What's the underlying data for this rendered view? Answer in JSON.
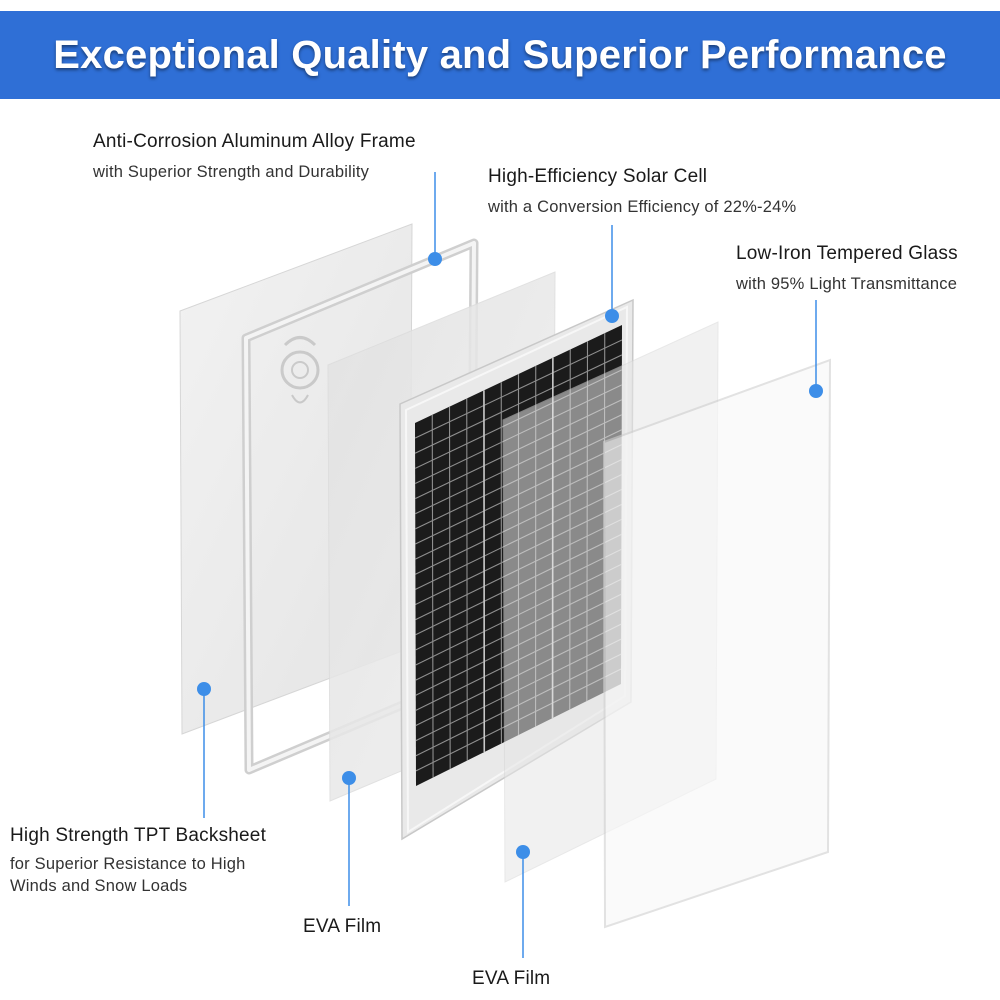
{
  "title": "Exceptional Quality and Superior Performance",
  "colors": {
    "banner": "#2f6fd6",
    "pointer": "#3d8ee8",
    "cell": "#1b1b1b",
    "frame": "#d9d9d9"
  },
  "layers": {
    "frame": {
      "title": "Anti-Corrosion Aluminum Alloy Frame",
      "subtitle": "with Superior Strength and Durability"
    },
    "cell": {
      "title": "High-Efficiency Solar Cell",
      "subtitle": "with a Conversion Efficiency of 22%-24%"
    },
    "glass": {
      "title": "Low-Iron Tempered Glass",
      "subtitle": "with 95% Light Transmittance"
    },
    "backsheet": {
      "title": "High Strength TPT Backsheet",
      "subtitle_line1": "for Superior Resistance to High",
      "subtitle_line2": "Winds and Snow Loads"
    },
    "eva_back": {
      "title": "EVA Film"
    },
    "eva_front": {
      "title": "EVA Film"
    }
  }
}
